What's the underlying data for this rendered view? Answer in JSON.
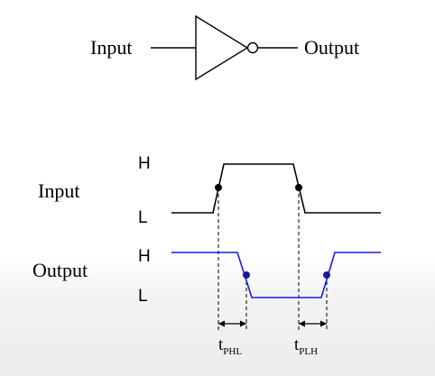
{
  "gate": {
    "input_label": "Input",
    "output_label": "Output"
  },
  "timing": {
    "input_label": "Input",
    "output_label": "Output",
    "input_high": "H",
    "input_low": "L",
    "output_high": "H",
    "output_low": "L",
    "tphl_base": "t",
    "tphl_sub": "PHL",
    "tplh_base": "t",
    "tplh_sub": "PLH"
  },
  "colors": {
    "input_wave": "#000000",
    "output_wave": "#1a1ae6",
    "output_dot": "#1a1a99"
  }
}
